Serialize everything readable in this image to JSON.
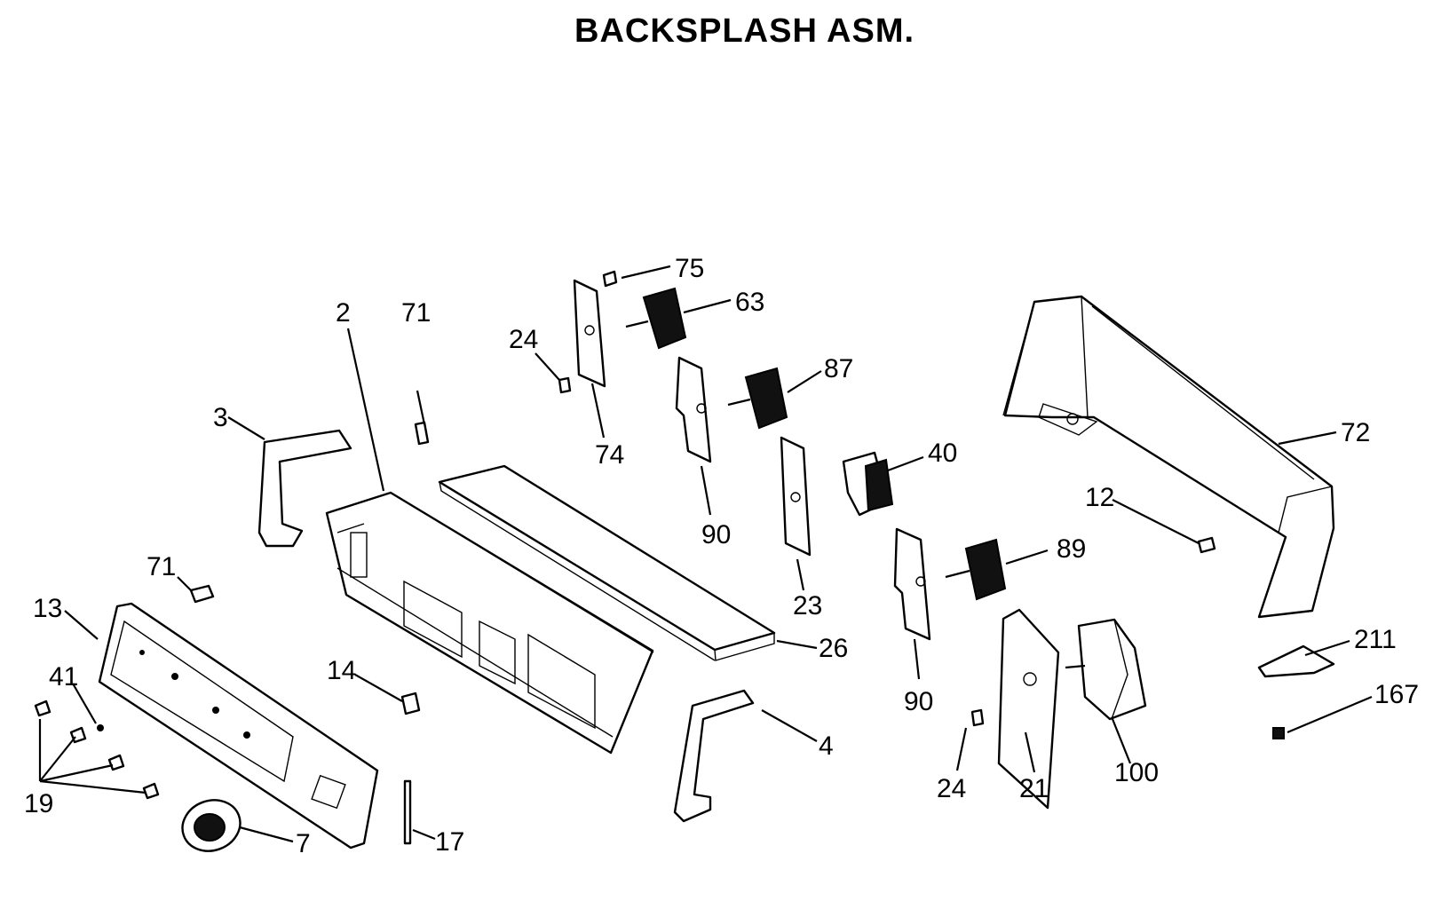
{
  "diagram": {
    "title": "BACKSPLASH ASM.",
    "title_partial": "· · · · · · · · ·",
    "callouts": [
      "75",
      "63",
      "24",
      "74",
      "87",
      "2",
      "71",
      "3",
      "90",
      "40",
      "72",
      "12",
      "89",
      "23",
      "71",
      "13",
      "26",
      "14",
      "41",
      "90",
      "211",
      "167",
      "4",
      "19",
      "7",
      "17",
      "24",
      "21",
      "100"
    ]
  }
}
